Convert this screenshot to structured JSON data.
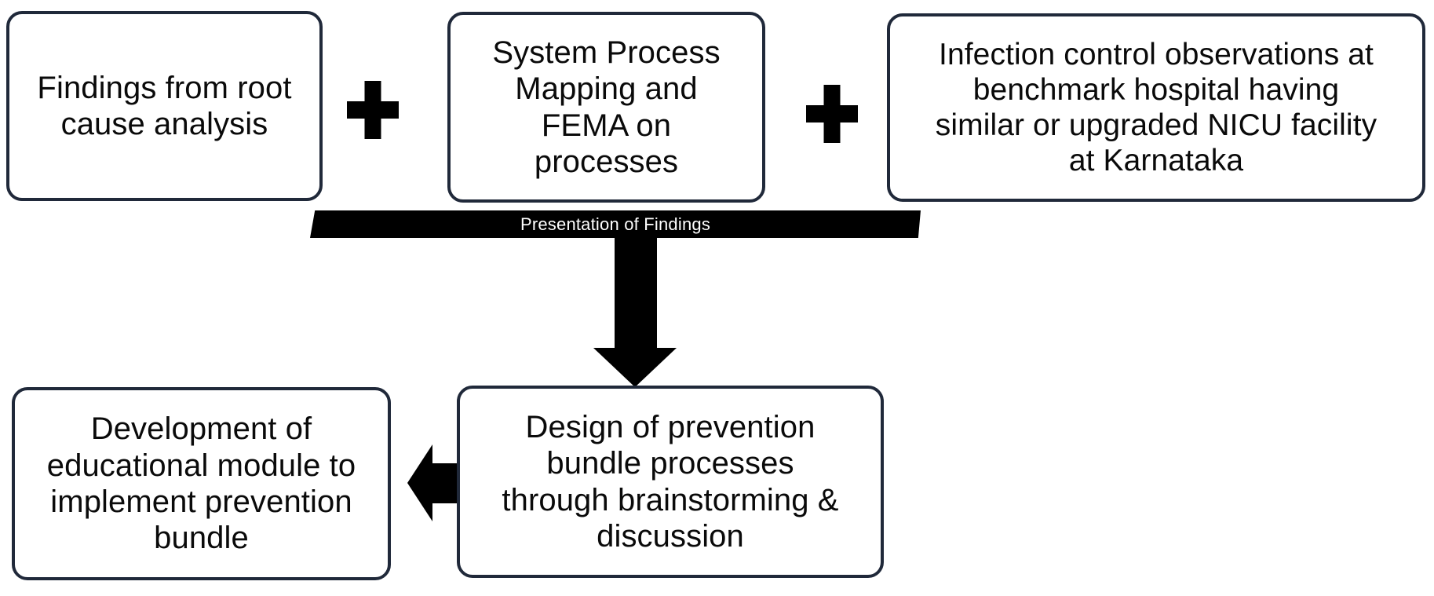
{
  "diagram": {
    "title": "Prevention bundle development flow diagram",
    "colors": {
      "box_border": "#20293a",
      "box_fill": "#ffffff",
      "connector": "#000000",
      "banner_fill": "#000000",
      "banner_text": "#ffffff",
      "page_background": "#ffffff"
    },
    "inputs": [
      {
        "id": "root-cause",
        "text": "Findings  from root\ncause analysis"
      },
      {
        "id": "process-map",
        "text": "System Process\nMapping and\nFEMA on\nprocesses"
      },
      {
        "id": "benchmark",
        "text": "Infection control observations at\nbenchmark hospital having\nsimilar or upgraded  NICU facility\nat Karnataka"
      }
    ],
    "operators": [
      {
        "id": "plus-1",
        "symbol": "+",
        "name": "plus-sign"
      },
      {
        "id": "plus-2",
        "symbol": "+",
        "name": "plus-sign"
      }
    ],
    "banner": {
      "label": "Presentation of Findings"
    },
    "outputs": [
      {
        "id": "design",
        "text": "Design of prevention\nbundle  processes\nthrough  brainstorming &\ndiscussion"
      },
      {
        "id": "education",
        "text": "Development of\neducational module to\nimplement  prevention\nbundle"
      }
    ],
    "connectors": [
      {
        "id": "arrow-down",
        "name": "down-arrow",
        "from": "Presentation of Findings",
        "to": "Design of prevention bundle processes through brainstorming & discussion"
      },
      {
        "id": "arrow-left",
        "name": "left-arrow",
        "from": "Design of prevention bundle processes through brainstorming & discussion",
        "to": "Development of educational module to implement prevention bundle"
      }
    ]
  }
}
